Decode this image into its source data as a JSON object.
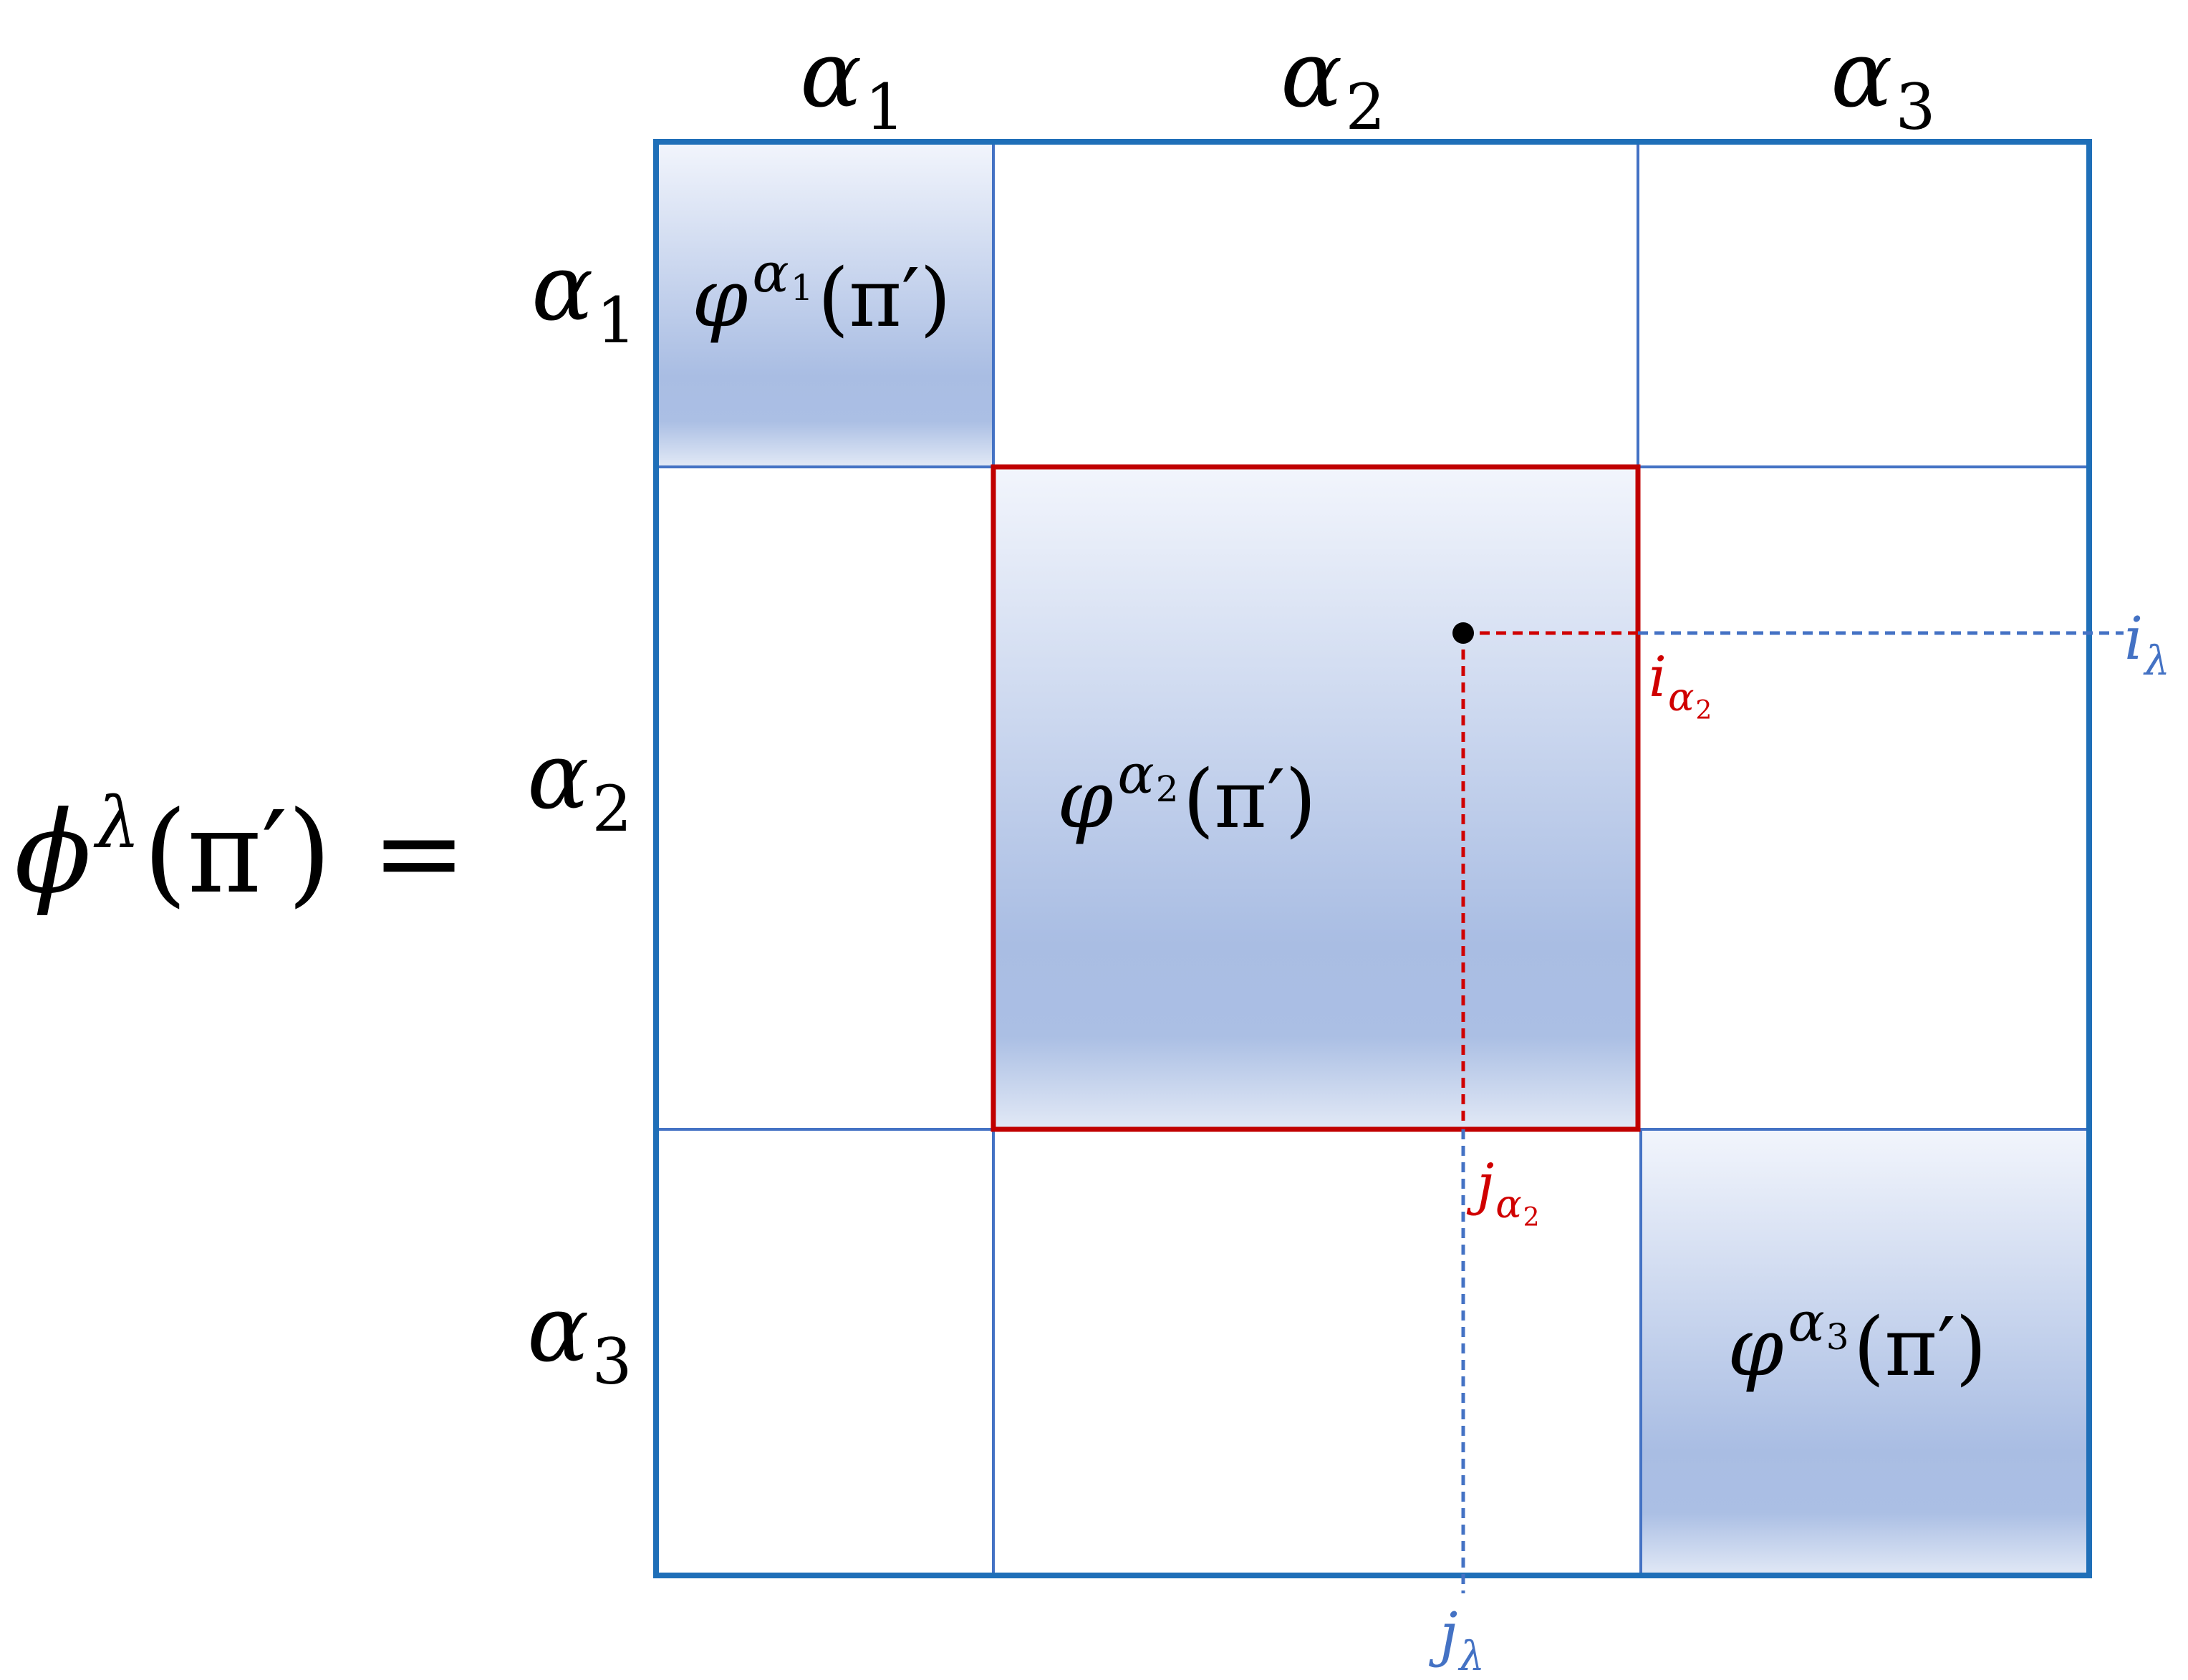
{
  "lhs": {
    "symbol": "ϕ",
    "superscript": "λ",
    "argument": "(π′)",
    "equals": "="
  },
  "column_headers": [
    {
      "base": "α",
      "sub": "1"
    },
    {
      "base": "α",
      "sub": "2"
    },
    {
      "base": "α",
      "sub": "3"
    }
  ],
  "row_headers": [
    {
      "base": "α",
      "sub": "1"
    },
    {
      "base": "α",
      "sub": "2"
    },
    {
      "base": "α",
      "sub": "3"
    }
  ],
  "blocks": [
    {
      "base": "φ",
      "sup_base": "α",
      "sup_sub": "1",
      "argument": "(π′)"
    },
    {
      "base": "φ",
      "sup_base": "α",
      "sup_sub": "2",
      "argument": "(π′)"
    },
    {
      "base": "φ",
      "sup_base": "α",
      "sup_sub": "3",
      "argument": "(π′)"
    }
  ],
  "index_labels": {
    "i_alpha2": {
      "base": "i",
      "sub_base": "α",
      "sub_sub": "2"
    },
    "j_alpha2": {
      "base": "j",
      "sub_base": "α",
      "sub_sub": "2"
    },
    "i_lambda": {
      "base": "i",
      "sub": "λ"
    },
    "j_lambda": {
      "base": "j",
      "sub": "λ"
    }
  },
  "colors": {
    "grid_outer": "#1f6fb8",
    "grid_inner": "#4472c4",
    "highlight_border": "#c00000",
    "red_dashed": "#d00000",
    "blue_dashed": "#4472c4",
    "block_fill_light": "#f2f5fc",
    "block_fill_dark": "#a9bde3"
  }
}
